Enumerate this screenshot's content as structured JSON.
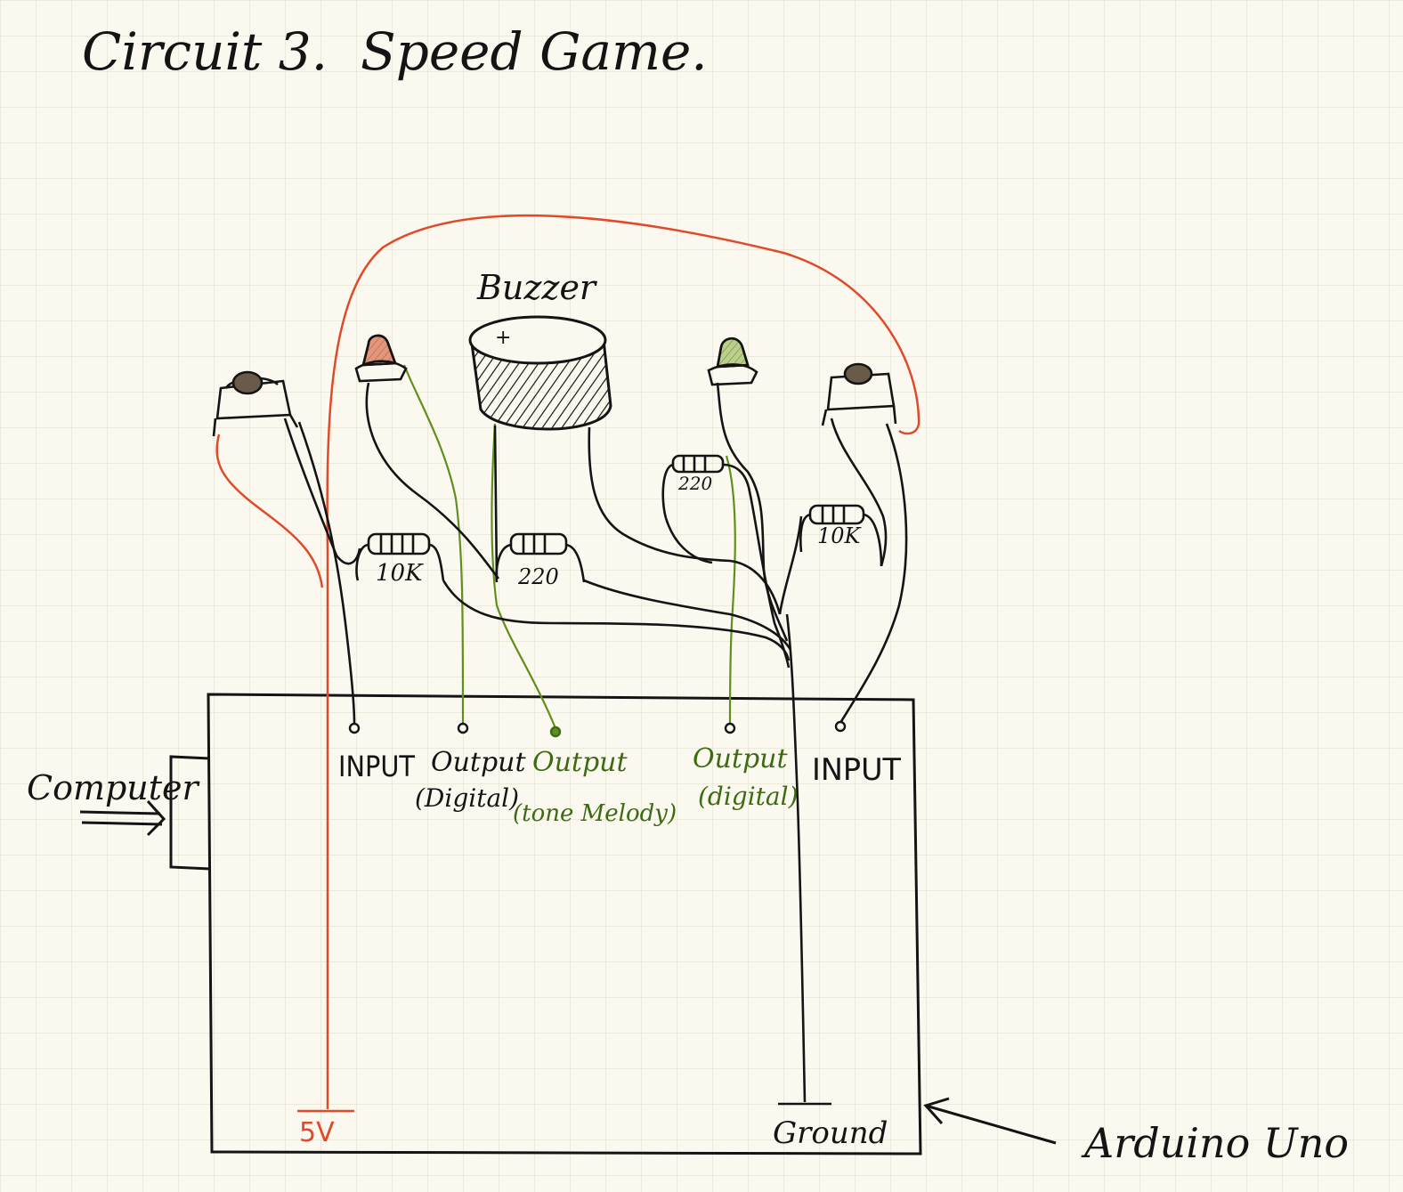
{
  "title": "Circuit 3.  Speed Game.",
  "buzzer_label": "Buzzer",
  "buzzer_polarity": "+",
  "resistors": {
    "left_pullup": "10K",
    "left_led": "220",
    "right_led": "220",
    "right_pullup": "10K"
  },
  "pins": {
    "input_left": "INPUT",
    "output_digital_left": {
      "line1": "Output",
      "line2": "(Digital)"
    },
    "output_tone": {
      "line1": "Output",
      "line2": "(tone Melody)"
    },
    "output_digital_right": {
      "line1": "Output",
      "line2": "(digital)"
    },
    "input_right": "INPUT"
  },
  "supply_label": "5V",
  "ground_label": "Ground",
  "computer_label": "Computer",
  "board_label": "Arduino Uno",
  "colors": {
    "paper": "#fbf9ef",
    "grid": "#e2e0cf",
    "ink": "#141414",
    "wire_5v": "#e04a2a",
    "wire_signal": "#5f8f1c",
    "label_green": "#3d6b12",
    "led_left": "#e6947c",
    "led_right": "#b7d08a"
  }
}
